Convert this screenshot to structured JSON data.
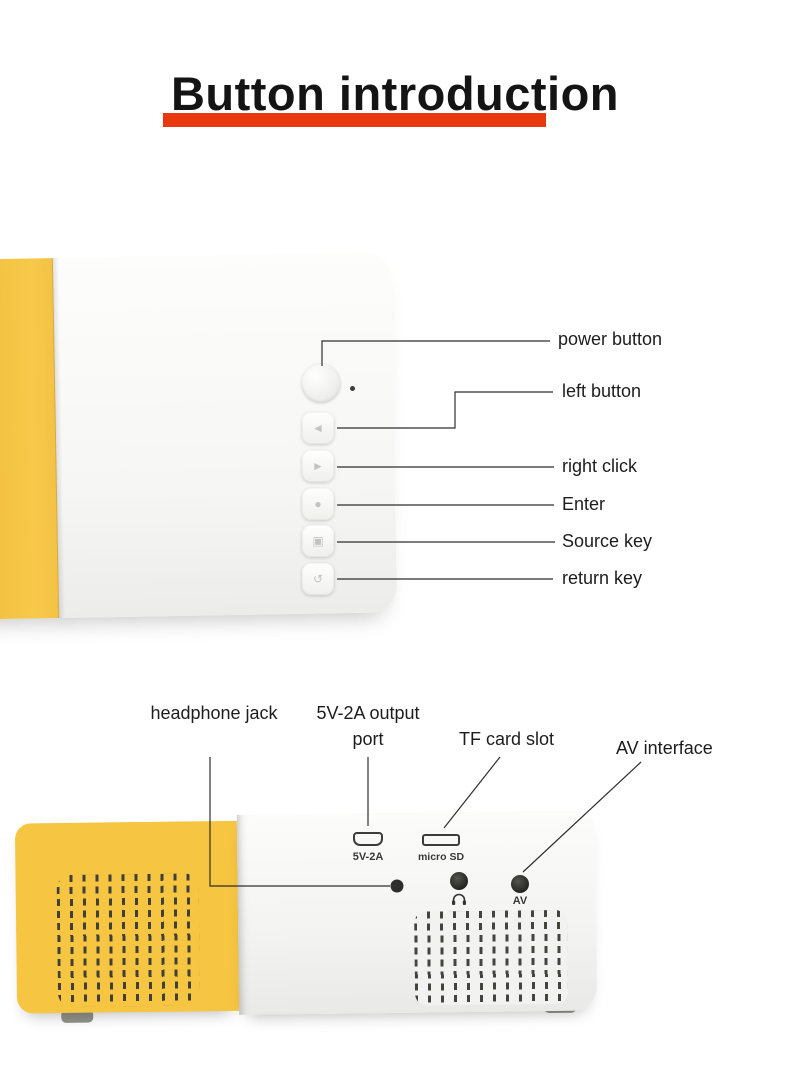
{
  "title": {
    "text": "Button introduction"
  },
  "colors": {
    "accent_red": "#e8380d",
    "body_yellow": "#f6c541",
    "line": "#2e2e2e"
  },
  "top_view": {
    "buttons": [
      {
        "id": "power",
        "label": "power button",
        "glyph": ""
      },
      {
        "id": "left",
        "label": "left button",
        "glyph": "◄"
      },
      {
        "id": "right",
        "label": "right click",
        "glyph": "►"
      },
      {
        "id": "enter",
        "label": "Enter",
        "glyph": "●"
      },
      {
        "id": "source",
        "label": "Source key",
        "glyph": "▣"
      },
      {
        "id": "return",
        "label": "return key",
        "glyph": "↺"
      }
    ]
  },
  "back_view": {
    "callouts": [
      {
        "id": "headphone",
        "label": "headphone jack"
      },
      {
        "id": "usb",
        "label": "5V-2A output port"
      },
      {
        "id": "tf",
        "label": "TF card slot"
      },
      {
        "id": "av",
        "label": "AV interface"
      }
    ],
    "port_texts": {
      "usb": "5V-2A",
      "tf": "micro SD",
      "av": "AV"
    }
  }
}
